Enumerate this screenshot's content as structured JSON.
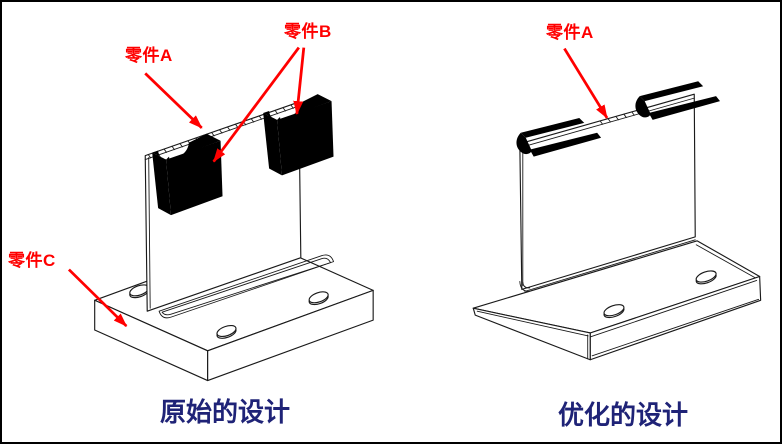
{
  "colors": {
    "label_red": "#ff0000",
    "caption_navy": "#1f2377",
    "drawing_line": "#1a1a1a",
    "background": "#ffffff",
    "border": "#000000"
  },
  "left_panel": {
    "caption": "原始的设计",
    "labels": {
      "part_a": "零件A",
      "part_b": "零件B",
      "part_c": "零件C"
    }
  },
  "right_panel": {
    "caption": "优化的设计",
    "labels": {
      "part_a": "零件A"
    }
  }
}
